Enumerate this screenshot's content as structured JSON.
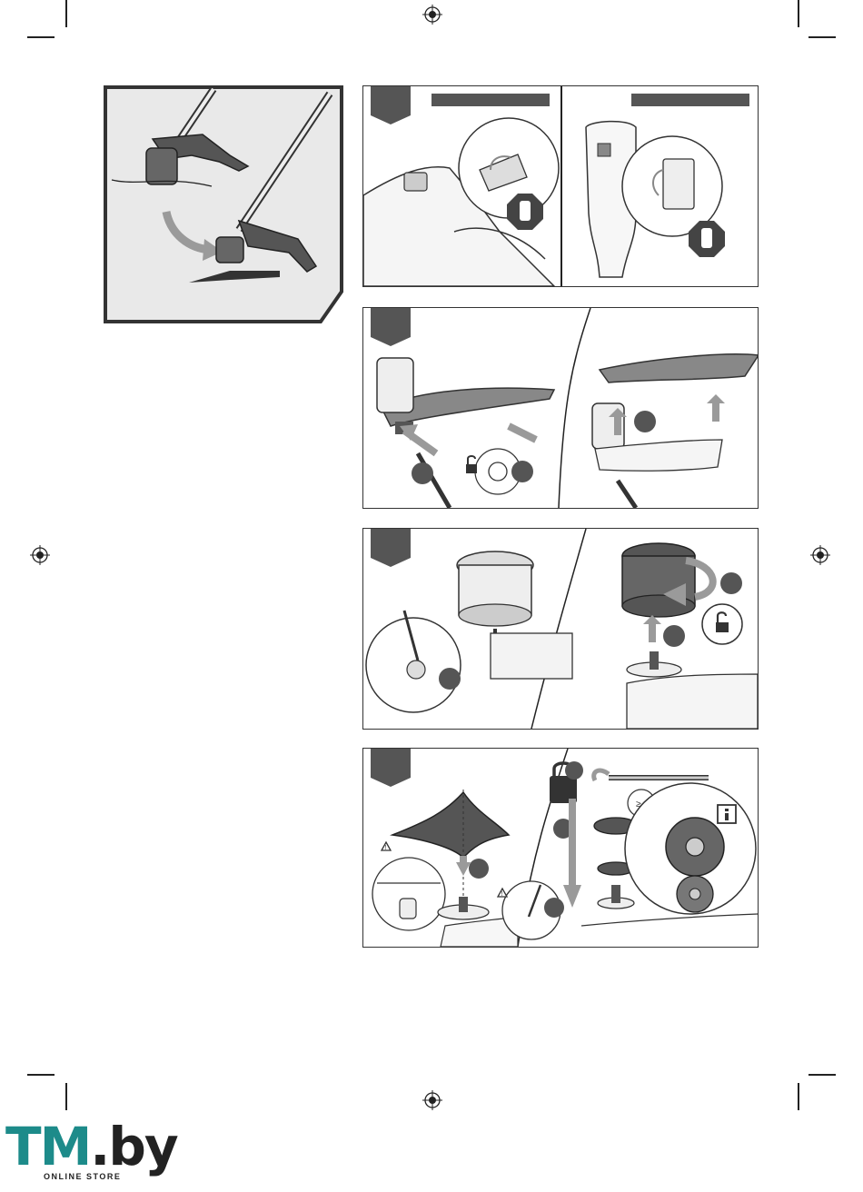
{
  "logo": {
    "brand_main": "TM",
    "brand_suffix": ".by",
    "tagline": "ONLINE STORE",
    "brand_color": "#1d8b8a"
  },
  "panels": [
    {
      "id": "overview",
      "label": ""
    },
    {
      "id": "step-1",
      "label": ""
    },
    {
      "id": "step-2",
      "label": ""
    },
    {
      "id": "step-3",
      "label": ""
    },
    {
      "id": "step-4",
      "label": ""
    }
  ],
  "colors": {
    "line": "#333333",
    "arrow_gray": "#9a9a9a",
    "step_tab": "#555555",
    "dark_fill": "#3a3a3a"
  },
  "icons": [
    "stop-hand-icon",
    "lock-icon",
    "unlock-icon",
    "warning-icon",
    "info-icon",
    "registration-mark-icon"
  ]
}
